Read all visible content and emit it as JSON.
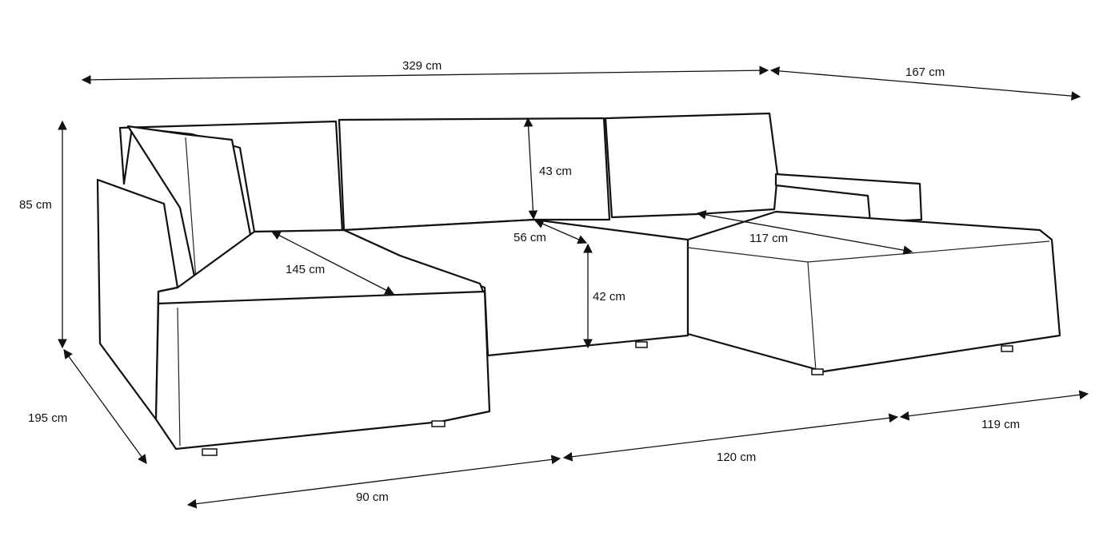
{
  "title": "Sofa dimensions diagram",
  "dimensions": {
    "overall_width": "329 cm",
    "chaise_width": "167 cm",
    "height": "85 cm",
    "left_depth": "195 cm",
    "left_section": "90 cm",
    "middle_section": "120 cm",
    "right_section": "119 cm",
    "left_seat_depth": "145 cm",
    "backrest_height": "43 cm",
    "seat_depth": "56 cm",
    "seat_height": "42 cm",
    "right_seat_depth": "117 cm"
  }
}
